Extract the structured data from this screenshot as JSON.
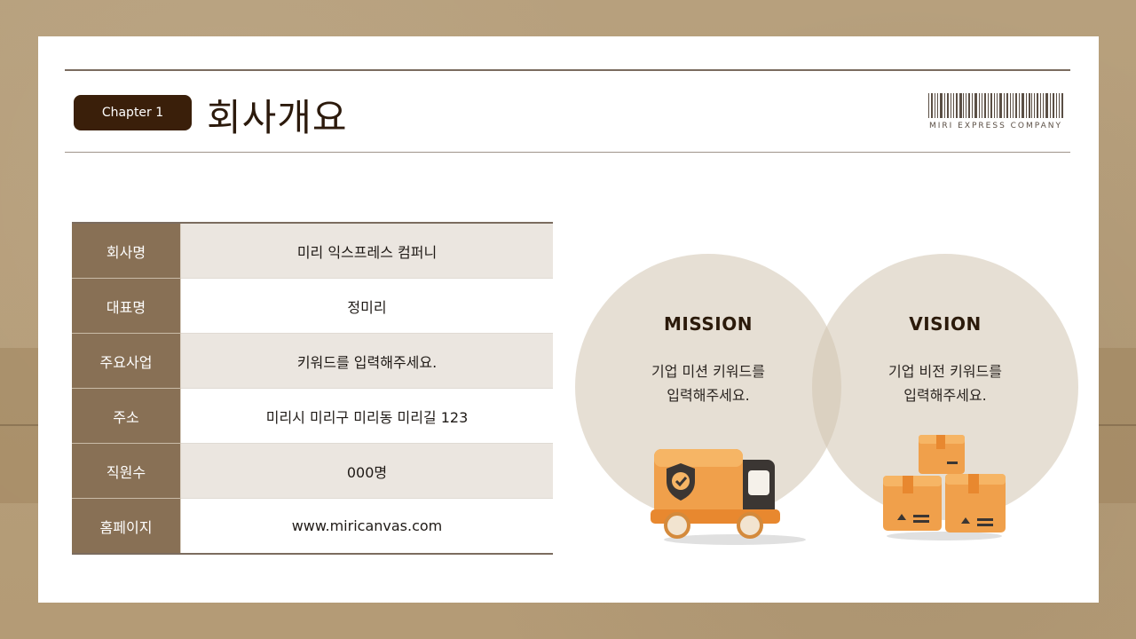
{
  "header": {
    "chapter_label": "Chapter 1",
    "title": "회사개요",
    "brand_text": "MIRI EXPRESS COMPANY"
  },
  "company_info": {
    "rows": [
      {
        "label": "회사명",
        "value": "미리 익스프레스 컴퍼니"
      },
      {
        "label": "대표명",
        "value": "정미리"
      },
      {
        "label": "주요사업",
        "value": "키워드를 입력해주세요."
      },
      {
        "label": "주소",
        "value": "미리시 미리구 미리동 미리길 123"
      },
      {
        "label": "직원수",
        "value": "000명"
      },
      {
        "label": "홈페이지",
        "value": "www.miricanvas.com"
      }
    ]
  },
  "mission": {
    "title": "MISSION",
    "line1": "기업 미션 키워드를",
    "line2": "입력해주세요."
  },
  "vision": {
    "title": "VISION",
    "line1": "기업 비전 키워드를",
    "line2": "입력해주세요."
  },
  "colors": {
    "pill": "#3a1f0a",
    "table_key_bg": "#887055",
    "circle": "#d1c4b1",
    "background": "#b89e78"
  },
  "icons": {
    "mission": "delivery-truck-icon",
    "vision": "package-boxes-icon"
  }
}
